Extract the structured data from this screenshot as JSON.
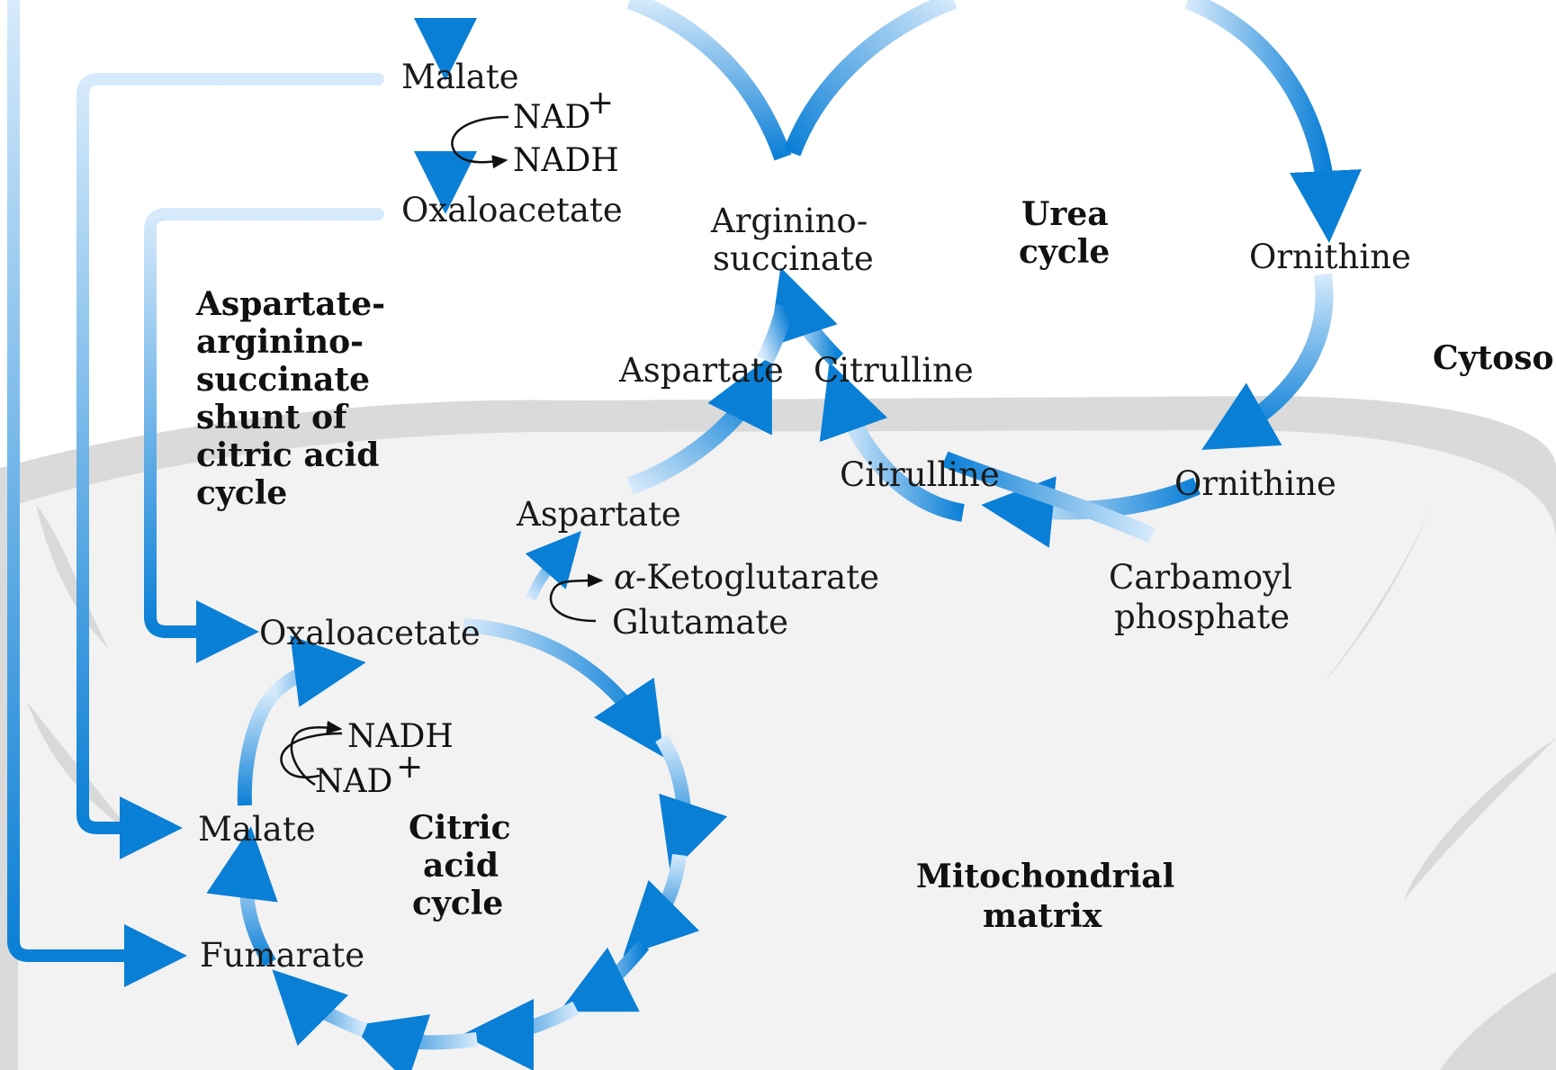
{
  "labels": {
    "malate_cyto": "Malate",
    "nad_plus_cyto": "NAD",
    "nadh_cyto": "NADH",
    "oxaloacetate_cyto": "Oxaloacetate",
    "argininosuccinate_line1": "Arginino-",
    "argininosuccinate_line2": "succinate",
    "urea_cycle_line1": "Urea",
    "urea_cycle_line2": "cycle",
    "ornithine_cyto": "Ornithine",
    "cytosol": "Cytoso",
    "shunt_line1": "Aspartate-",
    "shunt_line2": "arginino-",
    "shunt_line3": "succinate",
    "shunt_line4": "shunt of",
    "shunt_line5": "citric acid",
    "shunt_line6": "cycle",
    "aspartate_cyto": "Aspartate",
    "citrulline_cyto": "Citrulline",
    "citrulline_mito": "Citrulline",
    "ornithine_mito": "Ornithine",
    "aspartate_mito": "Aspartate",
    "alpha": "α",
    "ketoglutarate": "-Ketoglutarate",
    "glutamate": "Glutamate",
    "carbamoyl_line1": "Carbamoyl",
    "carbamoyl_line2": "phosphate",
    "oxaloacetate_mito": "Oxaloacetate",
    "nadh_mito": "NADH",
    "nad_plus_mito": "NAD",
    "malate_mito": "Malate",
    "citric_line1": "Citric",
    "citric_line2": "acid",
    "citric_line3": "cycle",
    "fumarate": "Fumarate",
    "mito_line1": "Mitochondrial",
    "mito_line2": "matrix",
    "plus": "+"
  },
  "colors": {
    "arrow_dark": "#0a7fd6",
    "arrow_light": "#d6eafb",
    "mito_fill": "#f1f1f1",
    "mito_membrane": "#d3d3d3"
  }
}
